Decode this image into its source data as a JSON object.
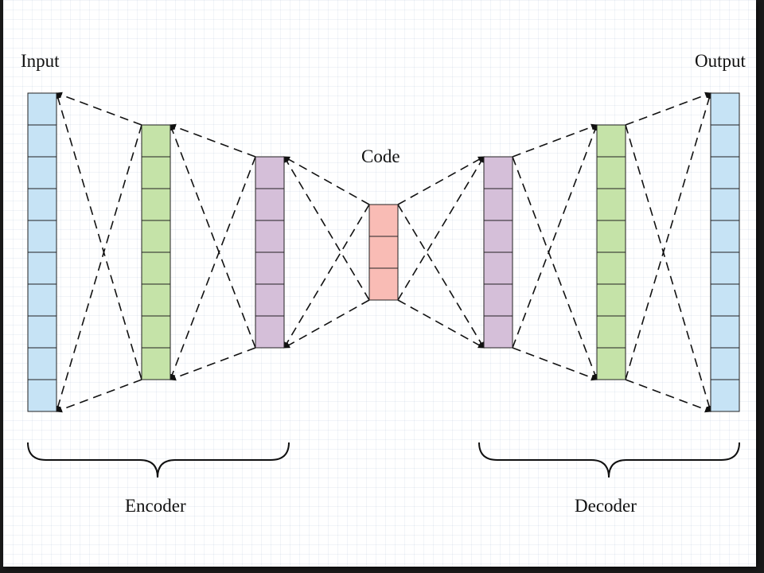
{
  "labels": {
    "input": "Input",
    "output": "Output",
    "code": "Code",
    "encoder": "Encoder",
    "decoder": "Decoder"
  },
  "layers": [
    {
      "id": "input-layer",
      "units": 10,
      "color": "#c6e3f5"
    },
    {
      "id": "encoder-hidden-1",
      "units": 8,
      "color": "#c5e3a8"
    },
    {
      "id": "encoder-hidden-2",
      "units": 6,
      "color": "#d5bfd9"
    },
    {
      "id": "code-layer",
      "units": 3,
      "color": "#f9bcb5"
    },
    {
      "id": "decoder-hidden-1",
      "units": 6,
      "color": "#d5bfd9"
    },
    {
      "id": "decoder-hidden-2",
      "units": 8,
      "color": "#c5e3a8"
    },
    {
      "id": "output-layer",
      "units": 10,
      "color": "#c6e3f5"
    }
  ]
}
